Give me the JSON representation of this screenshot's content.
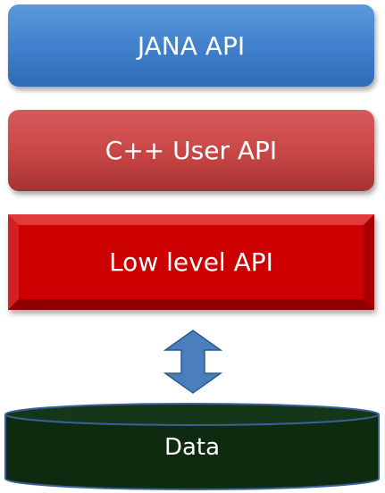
{
  "layers": {
    "jana_label": "JANA API",
    "cpp_label": "C++ User API",
    "low_label": "Low level API"
  },
  "storage": {
    "data_label": "Data"
  },
  "colors": {
    "jana_box": "#4a86d0",
    "cpp_box": "#c84545",
    "low_box": "#cc0000",
    "arrow_fill": "#4a7ebf",
    "arrow_stroke": "#2c5a8f",
    "cylinder_fill": "#0f2b0f",
    "cylinder_stroke": "#3a6098"
  },
  "icons": {
    "arrow": "double-headed-vertical-arrow",
    "database": "database-cylinder"
  }
}
